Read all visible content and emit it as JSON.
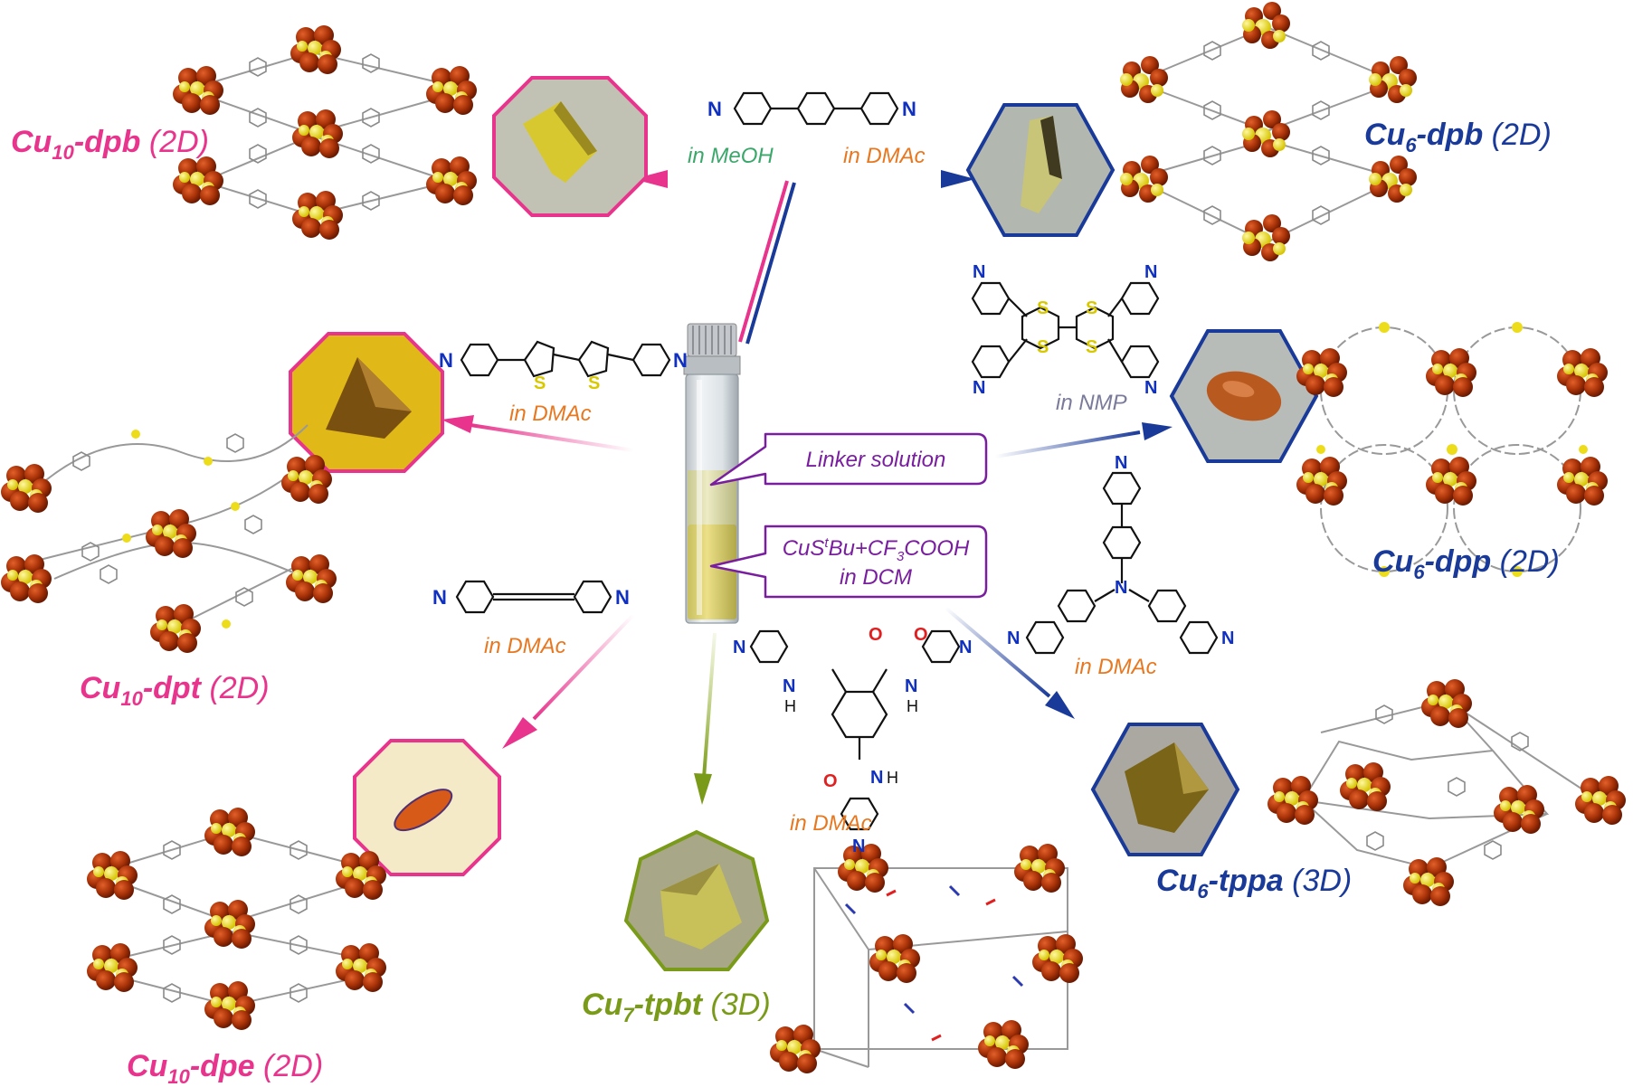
{
  "products": [
    {
      "id": "cu10-dpb",
      "metal": "Cu",
      "n": "10",
      "linker": "-dpb",
      "dim": " (2D)",
      "color": "#e8348c"
    },
    {
      "id": "cu6-dpb",
      "metal": "Cu",
      "n": "6",
      "linker": "-dpb",
      "dim": " (2D)",
      "color": "#1a3a9a"
    },
    {
      "id": "cu10-dpt",
      "metal": "Cu",
      "n": "10",
      "linker": "-dpt",
      "dim": " (2D)",
      "color": "#e8348c"
    },
    {
      "id": "cu6-dpp",
      "metal": "Cu",
      "n": "6",
      "linker": "-dpp",
      "dim": " (2D)",
      "color": "#1a3a9a"
    },
    {
      "id": "cu10-dpe",
      "metal": "Cu",
      "n": "10",
      "linker": "-dpe",
      "dim": " (2D)",
      "color": "#e8348c"
    },
    {
      "id": "cu7-tpbt",
      "metal": "Cu",
      "n": "7",
      "linker": "-tpbt",
      "dim": " (3D)",
      "color": "#7a9a1a"
    },
    {
      "id": "cu6-tppa",
      "metal": "Cu",
      "n": "6",
      "linker": "-tppa",
      "dim": " (3D)",
      "color": "#1a3a9a"
    }
  ],
  "solvents": {
    "dpb_meoh": "in MeOH",
    "dpb_dmac": "in DMAc",
    "dpt": "in DMAc",
    "dpp": "in NMP",
    "dpe": "in DMAc",
    "tpbt": "in DMAc",
    "tppa": "in DMAc"
  },
  "vial_labels": {
    "linker": "Linker solution",
    "reagent_line1_pre": "CuS",
    "reagent_line1_sup": "t",
    "reagent_line1_mid": "Bu+CF",
    "reagent_line1_sub": "3",
    "reagent_line1_post": "COOH",
    "reagent_line2": "in DCM"
  },
  "atoms": {
    "N": "N",
    "S": "S",
    "H": "H",
    "O": "O"
  },
  "colors": {
    "pink": "#e8348c",
    "navy": "#1a3a9a",
    "green": "#7a9a1a",
    "orange": "#e87820",
    "purple": "#7a1ea0",
    "cluster": "#a83208",
    "sulfur": "#ecdc1a"
  }
}
